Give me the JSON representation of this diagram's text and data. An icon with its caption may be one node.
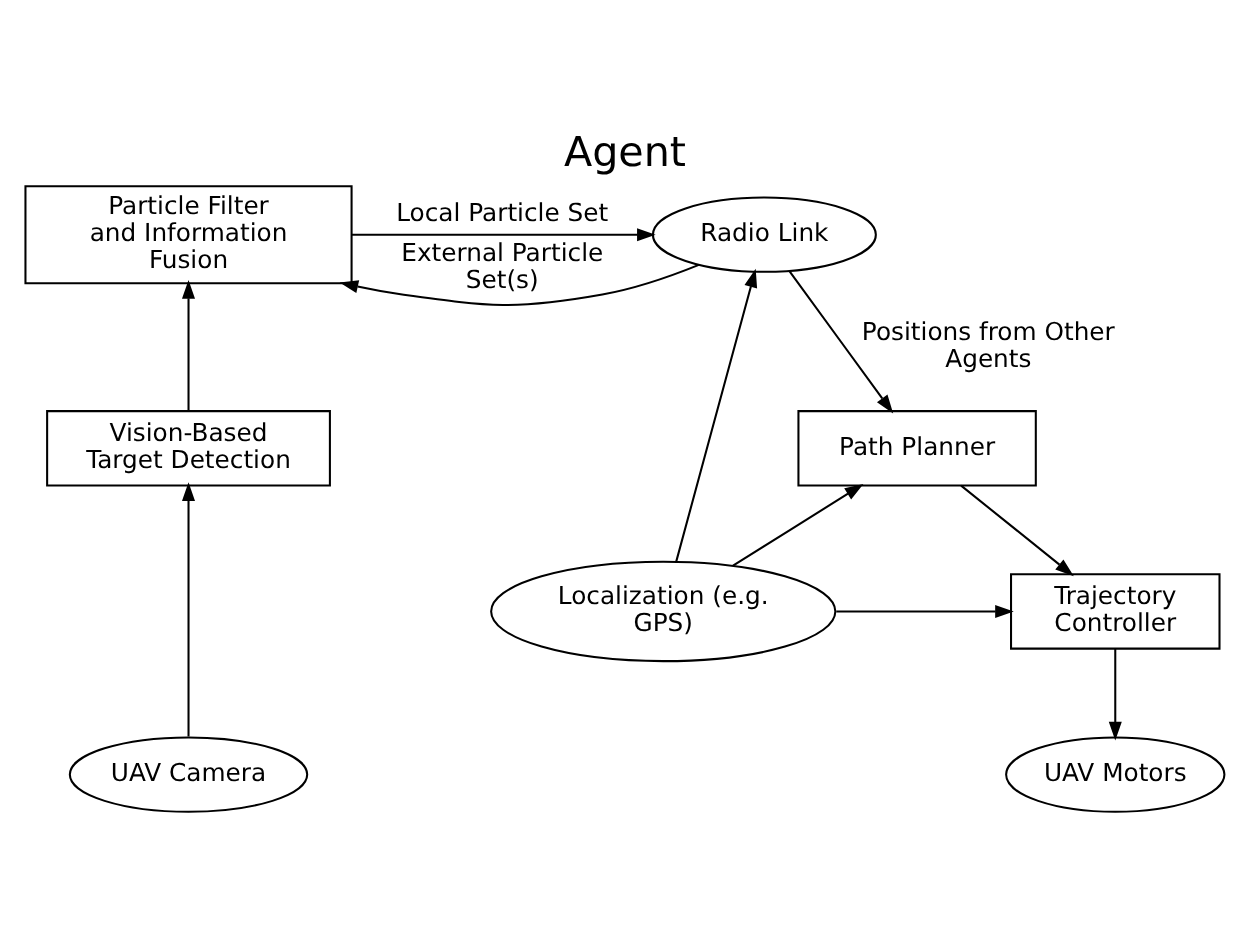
{
  "diagram": {
    "title": "Agent",
    "nodes": [
      {
        "text": [
          "Particle Filter and Information Fusion"
        ]
      },
      {
        "text": [
          "Radio Link"
        ]
      },
      {
        "text": [
          "Vision-Based Target Detection"
        ]
      },
      {
        "text": [
          "Path Planner"
        ]
      },
      {
        "text": [
          "Trajectory Controller"
        ]
      },
      {
        "text": [
          "Localization (e.g. GPS)"
        ]
      },
      {
        "text": [
          "UAV Camera"
        ]
      },
      {
        "text": [
          "UAV Motors"
        ]
      }
    ],
    "edges": [
      {
        "from": 0,
        "to": 1,
        "arrow": "to",
        "label": "Local Particle Set"
      },
      {
        "from": 1,
        "to": 0,
        "arrow": "to",
        "label": "External Particle Set(s)"
      },
      {
        "from": 2,
        "to": 0,
        "arrow": "to"
      },
      {
        "from": 6,
        "to": 2,
        "arrow": "to"
      },
      {
        "from": 1,
        "to": 3,
        "arrow": "to",
        "label": "Positions from Other Agents"
      },
      {
        "from": 3,
        "to": 4,
        "arrow": "to"
      },
      {
        "from": 4,
        "to": 7,
        "arrow": "to"
      },
      {
        "from": 5,
        "to": 3,
        "arrow": "to"
      },
      {
        "from": 5,
        "to": 4,
        "arrow": "to"
      },
      {
        "from": 5,
        "to": 1,
        "arrow": "to"
      }
    ]
  }
}
